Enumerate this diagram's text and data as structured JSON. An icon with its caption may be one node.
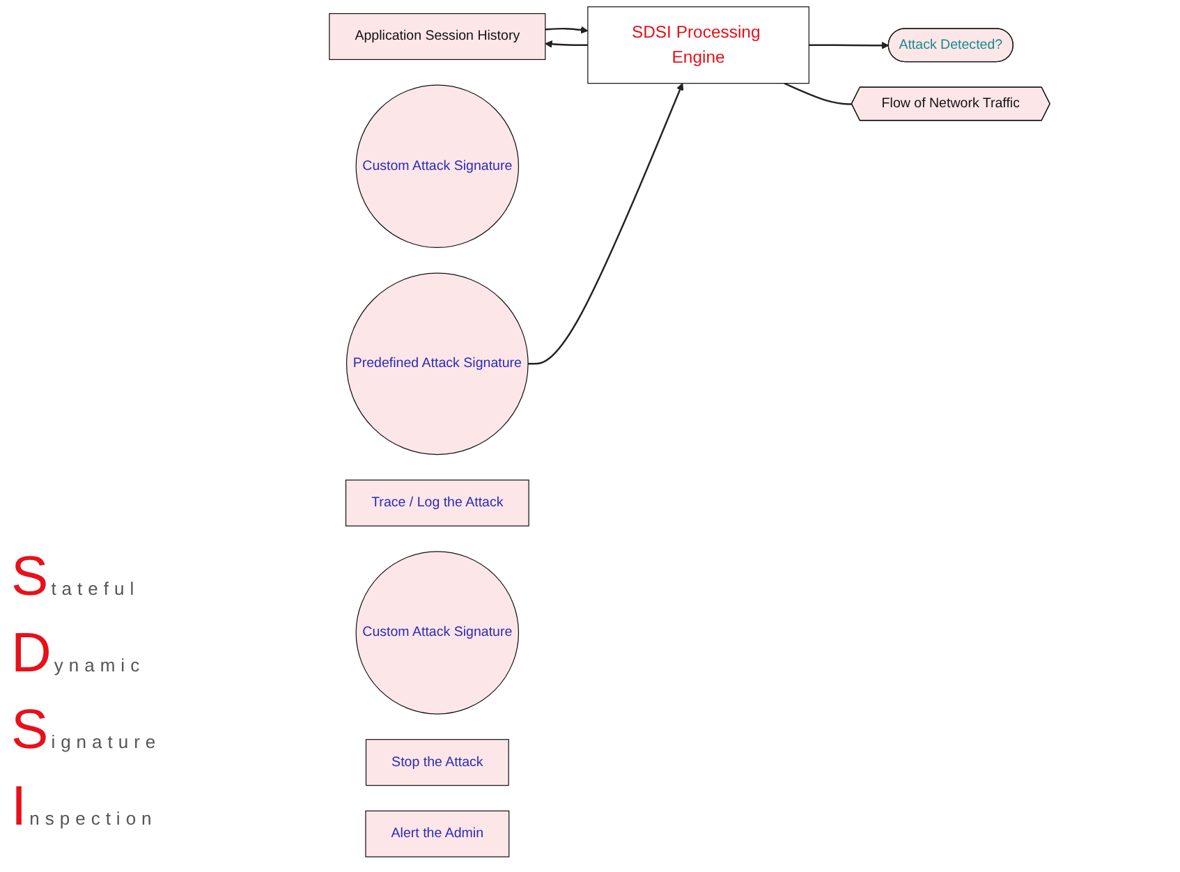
{
  "diagram": {
    "nodes": [
      {
        "text": [
          "Application Session History"
        ]
      },
      {
        "text": [
          "Custom Attack Signature"
        ]
      },
      {
        "text": [
          "Predefined Attack Signature"
        ]
      },
      {
        "text": [
          "SDSI Processing Engine"
        ]
      },
      {
        "text": [
          "Attack Detected?"
        ]
      },
      {
        "text": [
          "Trace / Log the Attack"
        ]
      },
      {
        "text": [
          "Custom Attack Signature"
        ]
      },
      {
        "text": [
          "Stop the Attack"
        ]
      },
      {
        "text": [
          "Alert the Admin"
        ]
      },
      {
        "text": [
          "Flow of Network Traffic"
        ]
      }
    ],
    "edges": [
      {
        "from": 3,
        "to": 0,
        "arrow": "to"
      },
      {
        "from": 0,
        "to": 3,
        "arrow": "to"
      },
      {
        "from": 2,
        "to": 3,
        "arrow": "to"
      },
      {
        "from": 3,
        "to": 4,
        "arrow": "to"
      },
      {
        "from": 3,
        "to": 9,
        "arrow": "none"
      }
    ],
    "labels": [
      "Stateful",
      "Dynamic",
      "Signature",
      "Inspection"
    ]
  }
}
